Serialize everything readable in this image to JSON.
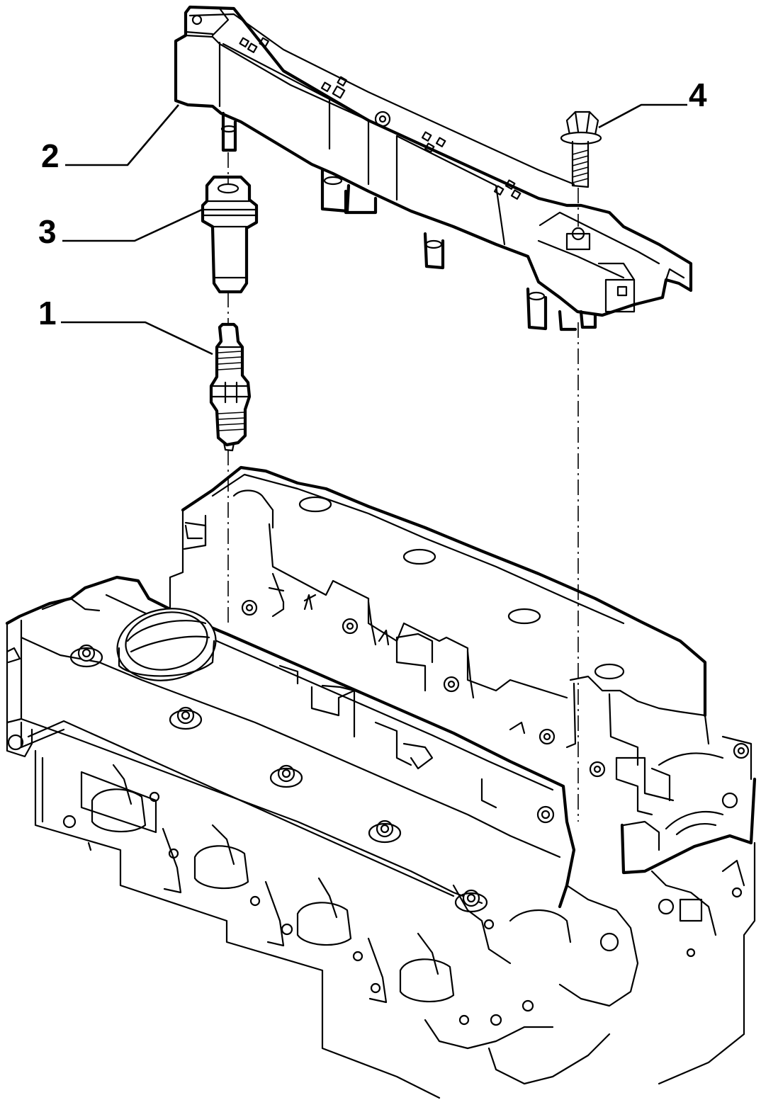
{
  "callouts": [
    {
      "id": "1",
      "label": "1",
      "part": "spark-plug"
    },
    {
      "id": "2",
      "label": "2",
      "part": "ignition-coil-rail"
    },
    {
      "id": "3",
      "label": "3",
      "part": "coil-boot"
    },
    {
      "id": "4",
      "label": "4",
      "part": "flange-bolt"
    }
  ],
  "colors": {
    "line": "#000000",
    "background": "#ffffff"
  }
}
